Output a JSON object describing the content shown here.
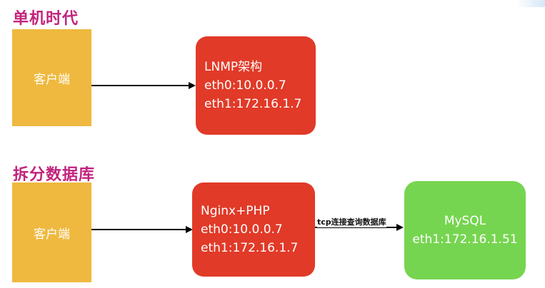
{
  "section1": {
    "title": "单机时代",
    "client_label": "客户端",
    "server": {
      "name": "LNMP架构",
      "eth0": "eth0:10.0.0.7",
      "eth1": "eth1:172.16.1.7"
    }
  },
  "section2": {
    "title": "拆分数据库",
    "client_label": "客户端",
    "web": {
      "name": "Nginx+PHP",
      "eth0": "eth0:10.0.0.7",
      "eth1": "eth1:172.16.1.7"
    },
    "connection_label": "tcp连接查询数据库",
    "db": {
      "name": "MySQL",
      "eth1": "eth1:172.16.1.51"
    }
  },
  "colors": {
    "title": "#c2237c",
    "client": "#efb93f",
    "server": "#e13a28",
    "database": "#76d550"
  }
}
